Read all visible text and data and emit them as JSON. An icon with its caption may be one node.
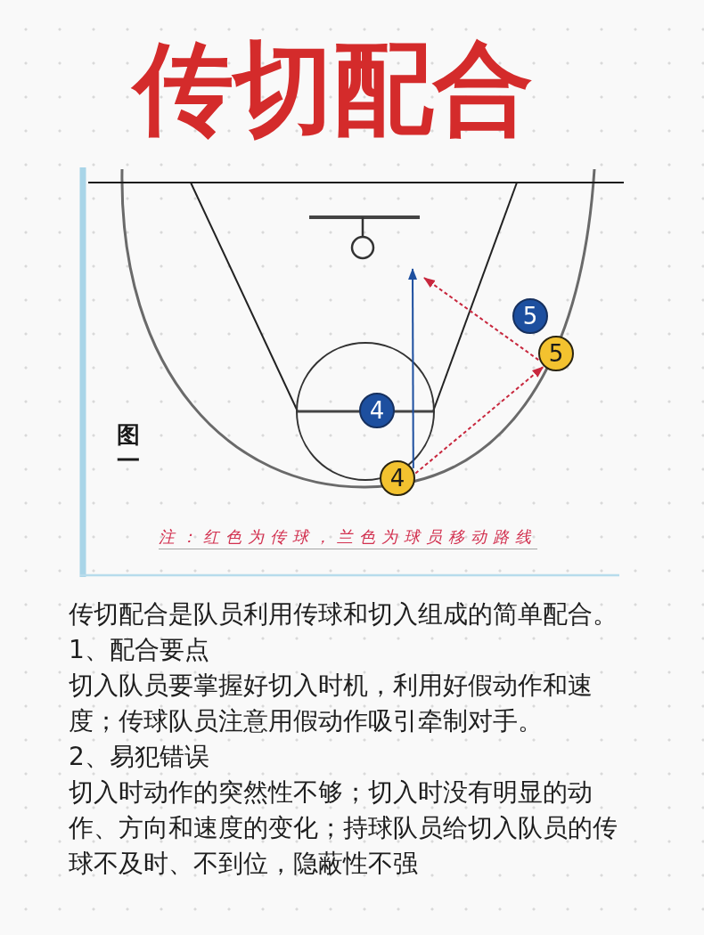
{
  "diagram": {
    "title": "传切配合",
    "nodes": [
      {
        "text": [
          "5"
        ]
      },
      {
        "text": [
          "5"
        ]
      },
      {
        "text": [
          "4"
        ]
      },
      {
        "text": [
          "4"
        ]
      }
    ],
    "edges": [
      {
        "from": 3,
        "to": null,
        "arrow": "to",
        "color": "#1d4f9f"
      },
      {
        "from": 3,
        "to": 1,
        "arrow": "to",
        "style": "dashed"
      },
      {
        "from": 1,
        "to": null,
        "arrow": "to",
        "style": "dashed"
      }
    ],
    "labels": [
      "图一",
      "注：红色为传球，兰色为球员移动路线",
      "传切配合是队员利用传球和切入组成的简单配合。",
      "1、配合要点",
      "切入队员要掌握好切入时机，利用好假动作和速度；传球队员注意用假动作吸引牵制对手。",
      "2、易犯错误",
      "切入时动作的突然性不够；切入时没有明显的动作、方向和速度的变化；持球队员给切入队员的传球不及时、不到位，隐蔽性不强"
    ]
  }
}
